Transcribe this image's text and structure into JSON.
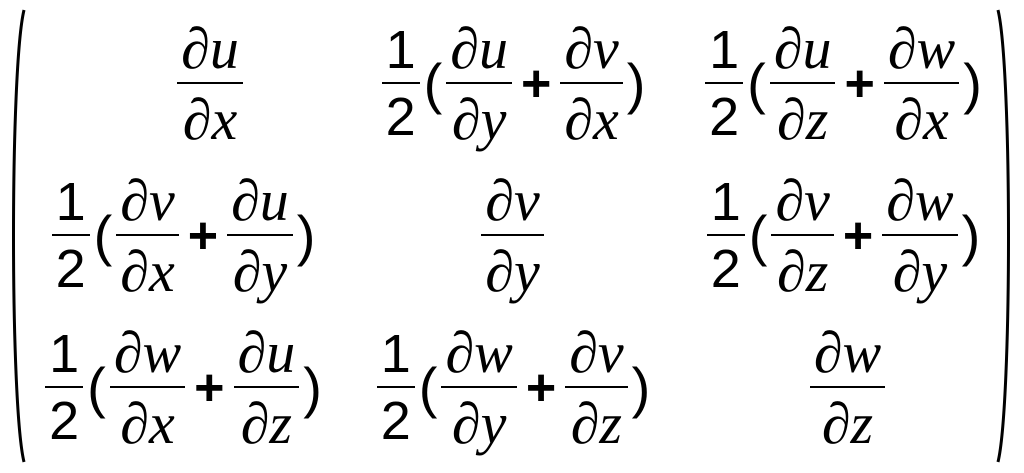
{
  "matrix": {
    "paren_open": "(",
    "paren_close": ")",
    "symbols": {
      "partial": "∂",
      "plus": "+",
      "half_num": "1",
      "half_den": "2",
      "lparen": "(",
      "rparen": ")"
    },
    "rows": [
      [
        {
          "kind": "derivative",
          "num": "∂u",
          "den": "∂x"
        },
        {
          "kind": "sym",
          "a_num": "∂u",
          "a_den": "∂y",
          "b_num": "∂v",
          "b_den": "∂x"
        },
        {
          "kind": "sym",
          "a_num": "∂u",
          "a_den": "∂z",
          "b_num": "∂w",
          "b_den": "∂x"
        }
      ],
      [
        {
          "kind": "sym",
          "a_num": "∂v",
          "a_den": "∂x",
          "b_num": "∂u",
          "b_den": "∂y"
        },
        {
          "kind": "derivative",
          "num": "∂v",
          "den": "∂y"
        },
        {
          "kind": "sym",
          "a_num": "∂v",
          "a_den": "∂z",
          "b_num": "∂w",
          "b_den": "∂y"
        }
      ],
      [
        {
          "kind": "sym",
          "a_num": "∂w",
          "a_den": "∂x",
          "b_num": "∂u",
          "b_den": "∂z"
        },
        {
          "kind": "sym",
          "a_num": "∂w",
          "a_den": "∂y",
          "b_num": "∂v",
          "b_den": "∂z"
        },
        {
          "kind": "derivative",
          "num": "∂w",
          "den": "∂z"
        }
      ]
    ]
  }
}
